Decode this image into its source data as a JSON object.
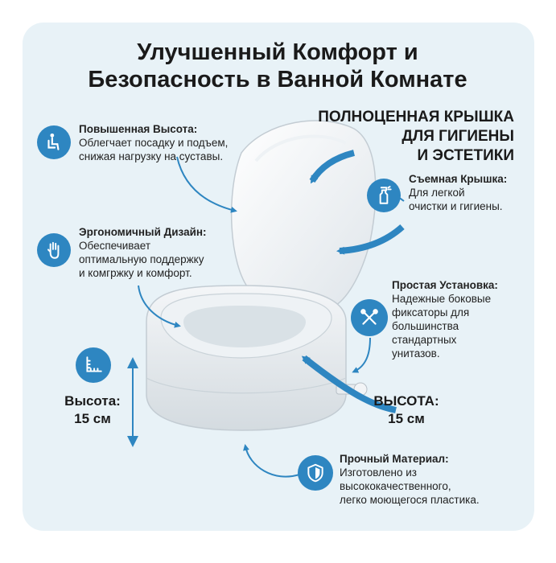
{
  "title_line1": "Улучшенный Комфорт и",
  "title_line2": "Безопасность в Ванной Комнате",
  "lid_heading": {
    "line1": "ПОЛНОЦЕННАЯ КРЫШКА",
    "line2": "ДЛЯ ГИГИЕНЫ",
    "line3": "И ЭСТЕТИКИ"
  },
  "features": {
    "height": {
      "title": "Повышенная Высота:",
      "desc1": "Облегчает посадку и подъем,",
      "desc2": "снижая нагрузку на суставы.",
      "icon": "seated-person-icon"
    },
    "ergonomic": {
      "title": "Эргономичный Дизайн:",
      "desc1": "Обеспечивает",
      "desc2": "оптимальную поддержку",
      "desc3": "и комгржку и комфорт.",
      "icon": "hand-icon"
    },
    "lid": {
      "title": "Съемная Крышка:",
      "desc1": "Для легкой",
      "desc2": "очистки и гигиены.",
      "icon": "spray-bottle-icon"
    },
    "install": {
      "title": "Простая Установка:",
      "desc1": "Надежные боковые",
      "desc2": "фиксаторы для",
      "desc3": "большинства",
      "desc4": "стандартных",
      "desc5": "унитазов.",
      "icon": "tools-icon"
    },
    "material": {
      "title": "Прочный Материал:",
      "desc1": "Изготовлено из",
      "desc2": "высококачественного,",
      "desc3": "легко моющегося пластика.",
      "icon": "shield-icon"
    }
  },
  "height_left": {
    "label": "Высота:",
    "value": "15 см",
    "icon": "ruler-icon"
  },
  "height_right": {
    "label": "ВЫСОТА:",
    "value": "15 см"
  },
  "colors": {
    "accent": "#2e86c1",
    "background": "#e8f2f7",
    "arrow": "#2e86c1"
  }
}
